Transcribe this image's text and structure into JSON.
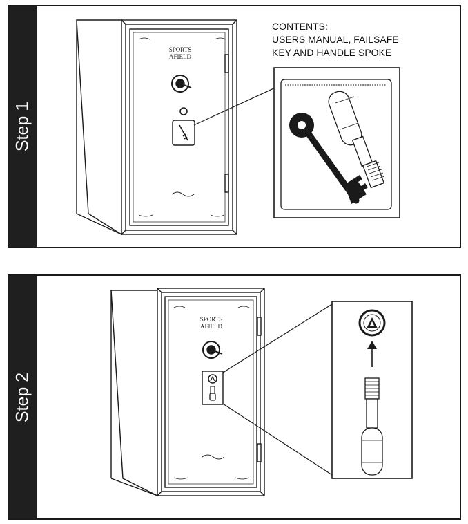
{
  "steps": [
    {
      "label": "Step 1"
    },
    {
      "label": "Step 2"
    }
  ],
  "contents": {
    "lines": [
      "CONTENTS:",
      "USERS MANUAL, FAILSAFE",
      "KEY AND HANDLE SPOKE"
    ]
  },
  "brand": {
    "line1": "SPORTS",
    "line2": "AFIELD"
  },
  "icons": {
    "safe": "gun-safe-icon",
    "key": "failsafe-key-icon",
    "spoke": "handle-spoke-icon",
    "arrow": "up-arrow-icon"
  }
}
